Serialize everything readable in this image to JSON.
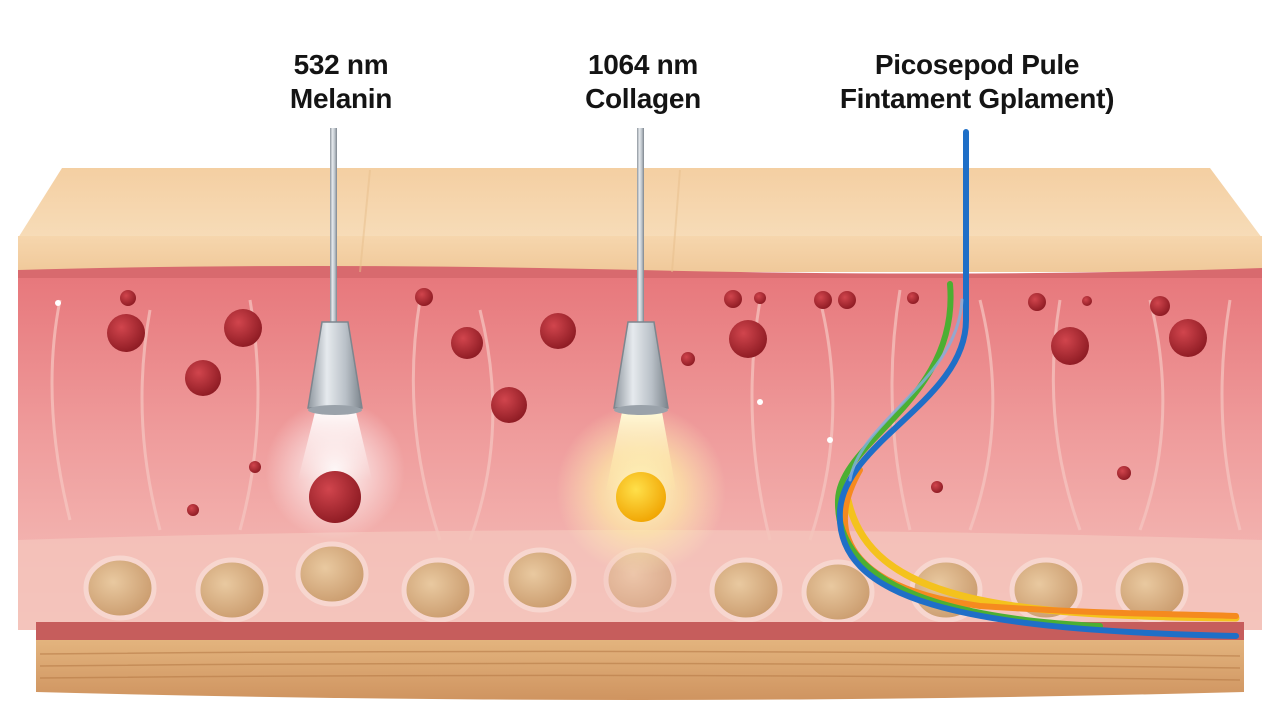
{
  "labels": {
    "laser_532": {
      "wavelength": "532 nm",
      "target": "Melanin"
    },
    "laser_1064": {
      "wavelength": "1064 nm",
      "target": "Collagen"
    },
    "picosecond": {
      "line1": "Picosepod Pule",
      "line2": "Fintament Gplament)"
    }
  },
  "colors": {
    "epidermis": "#f3cfa3",
    "dermis": "#e9888a",
    "dermis_light": "#f2b0ae",
    "melanin_particle": "#a8222c",
    "collagen_particle": "#f4b400",
    "fat_cells": "#ddb58c",
    "subcutis": "#d9a56f",
    "fiber_blue": "#1f6fc7",
    "fiber_green": "#4caf32",
    "fiber_orange": "#f58a1f",
    "fiber_yellow": "#f4c21d"
  },
  "icons": [
    "laser-probe-icon",
    "laser-probe-icon"
  ]
}
